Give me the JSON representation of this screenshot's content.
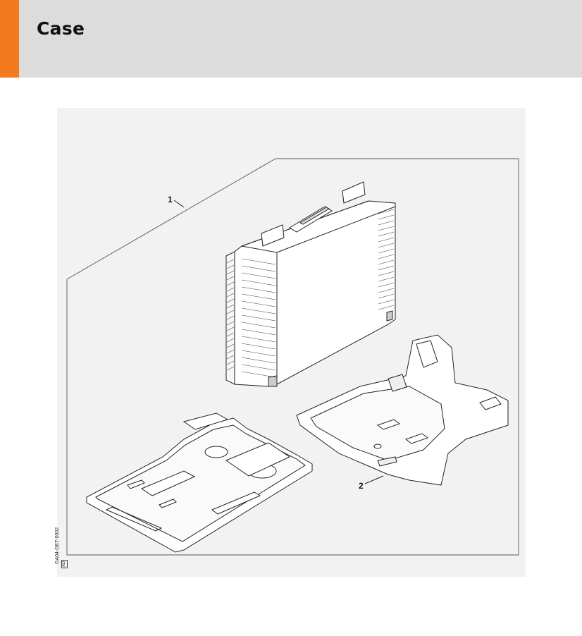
{
  "page": {
    "title": "Case",
    "accent_color": "#f37a1f",
    "header_bg": "#dcdcdc"
  },
  "figure": {
    "background": "#f2f2f2",
    "callouts": [
      {
        "id": "1",
        "label": "1"
      },
      {
        "id": "2",
        "label": "2"
      }
    ],
    "drawing_code": "GA04-GET-0002",
    "drawing_badge": "AD"
  }
}
